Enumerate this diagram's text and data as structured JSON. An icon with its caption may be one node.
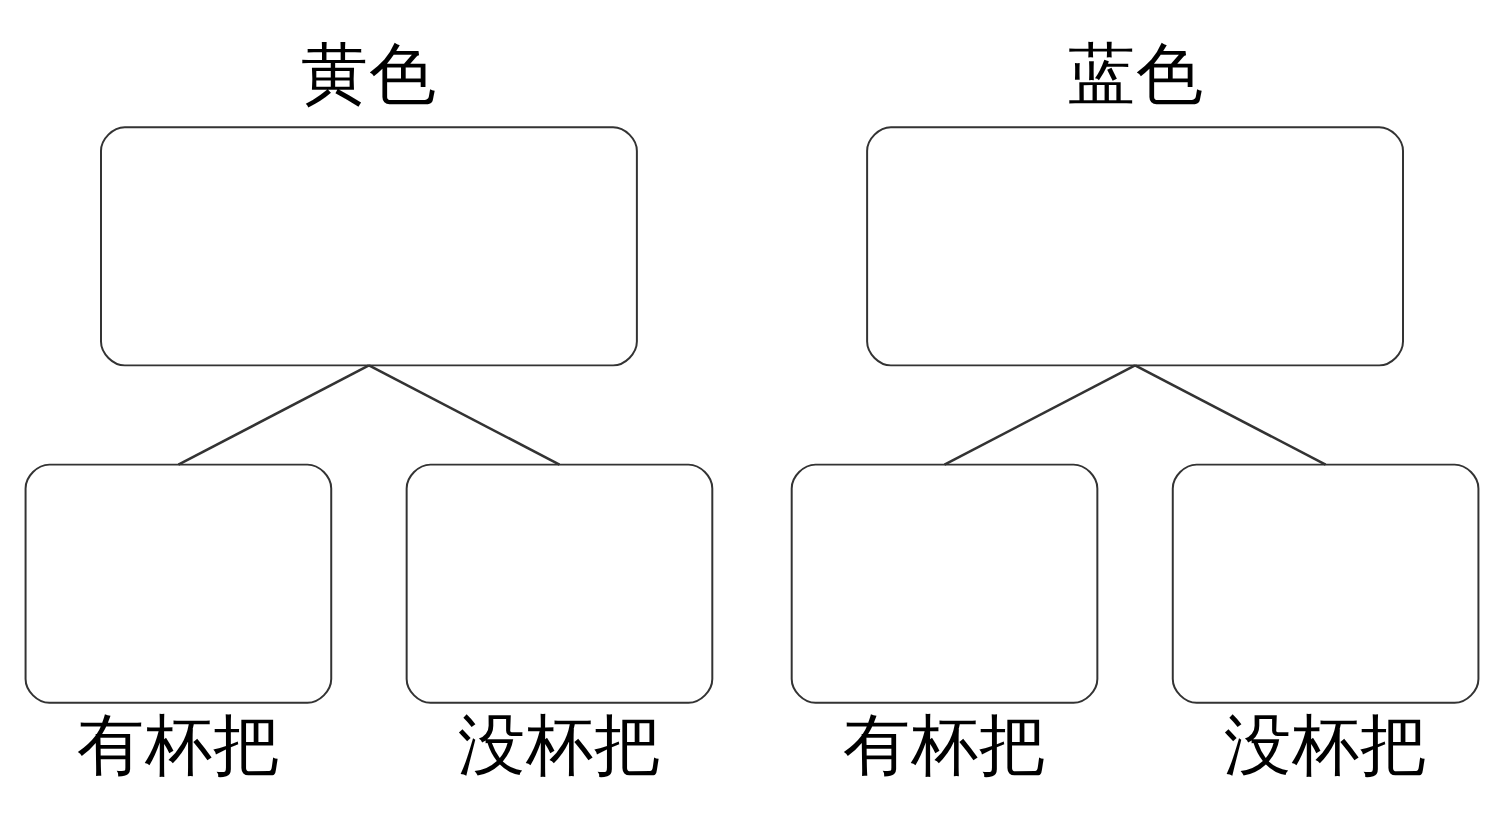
{
  "diagram": {
    "nodes": [
      {
        "text": [
          "黄色"
        ]
      },
      {
        "text": [
          "有杯把"
        ]
      },
      {
        "text": [
          "没杯把"
        ]
      },
      {
        "text": [
          "蓝色"
        ]
      },
      {
        "text": [
          "有杯把"
        ]
      },
      {
        "text": [
          "没杯把"
        ]
      }
    ],
    "edges": [
      {
        "from": 0,
        "to": 1,
        "arrow": "none"
      },
      {
        "from": 0,
        "to": 2,
        "arrow": "none"
      },
      {
        "from": 3,
        "to": 4,
        "arrow": "none"
      },
      {
        "from": 3,
        "to": 5,
        "arrow": "none"
      }
    ]
  }
}
